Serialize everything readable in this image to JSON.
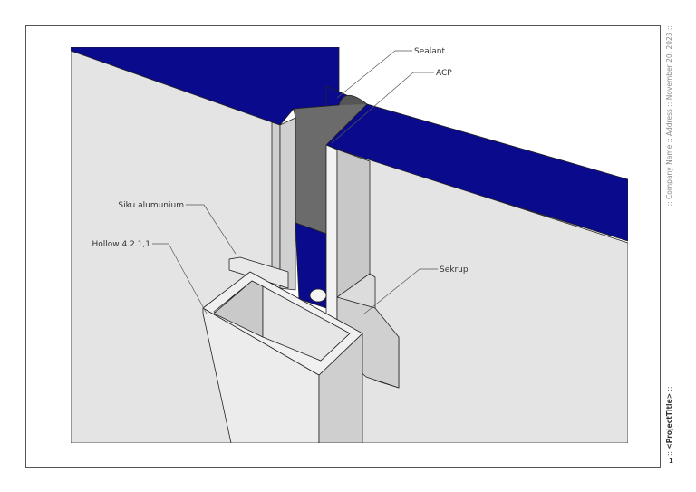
{
  "labels": {
    "sealant": "Sealant",
    "acp": "ACP",
    "siku": "Siku alumunium",
    "hollow": "Hollow 4.2.1,1",
    "sekrup": "Sekrup"
  },
  "titleblock": {
    "meta": ":: Company Name :: Address :: November 20, 2023 ::",
    "title_prefix": ":: ",
    "title": "<ProjectTitle>",
    "title_suffix": " ::",
    "page_number": "1"
  },
  "colors": {
    "acp_blue": "#0a0a8c",
    "panel_face": "#e4e4e4",
    "sealant_gray": "#6b6b6b",
    "aluminium": "#d8d8d8"
  }
}
